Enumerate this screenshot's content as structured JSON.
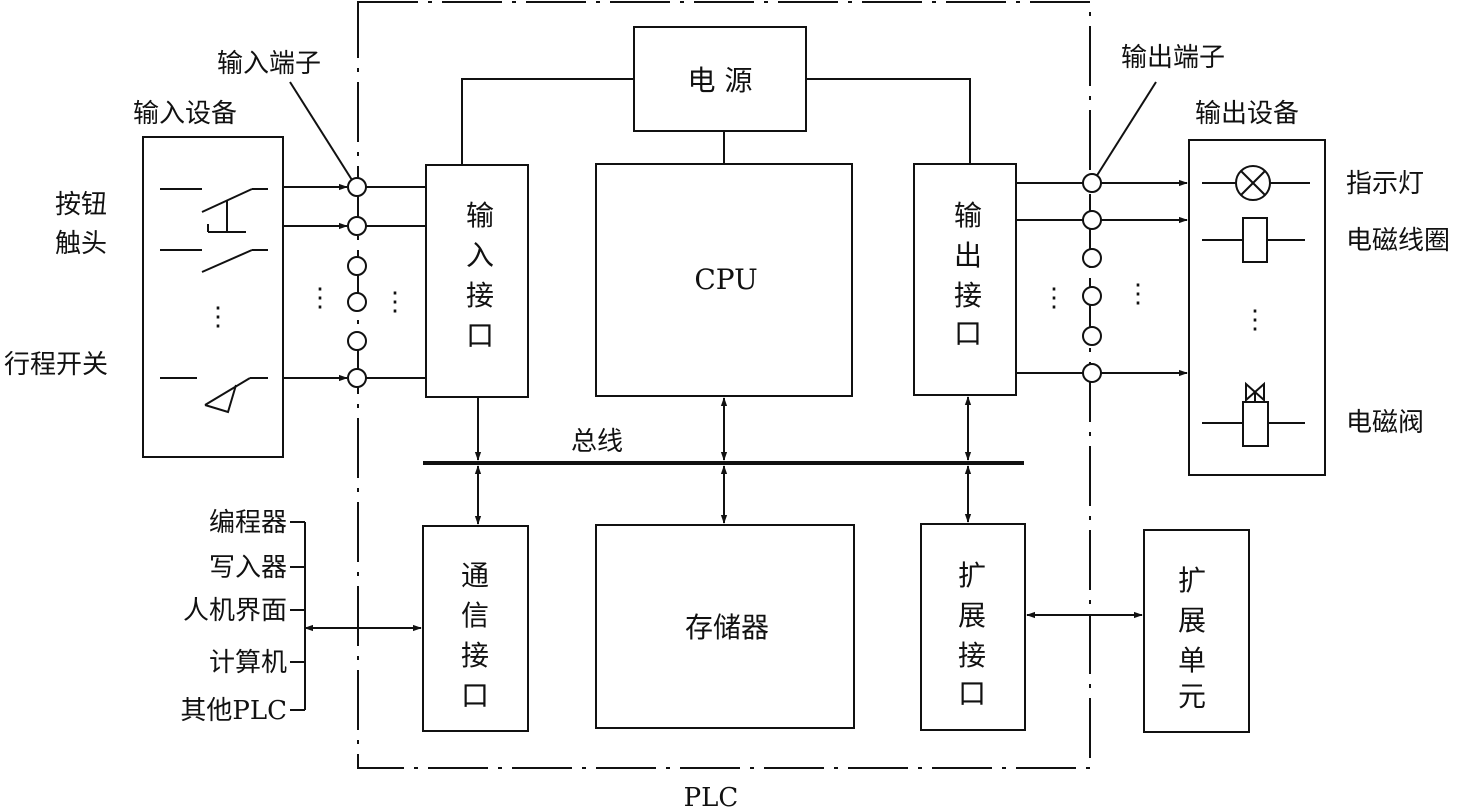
{
  "diagram": {
    "plc_label": "PLC",
    "power_supply": "电 源",
    "cpu": "CPU",
    "memory": "存储器",
    "bus": "总线",
    "input_interface": [
      "输",
      "入",
      "接",
      "口"
    ],
    "output_interface": [
      "输",
      "出",
      "接",
      "口"
    ],
    "comm_interface": [
      "通",
      "信",
      "接",
      "口"
    ],
    "expansion_interface": [
      "扩",
      "展",
      "接",
      "口"
    ],
    "expansion_unit": [
      "扩",
      "展",
      "单",
      "元"
    ],
    "input_terminals": "输入端子",
    "output_terminals": "输出端子",
    "input_devices": "输入设备",
    "output_devices": "输出设备",
    "button_contact": [
      "按钮",
      "触头"
    ],
    "limit_switch": "行程开关",
    "indicator_lamp": "指示灯",
    "solenoid_coil": "电磁线圈",
    "solenoid_valve": "电磁阀",
    "peripherals": [
      "编程器",
      "写入器",
      "人机界面",
      "计算机",
      "其他PLC"
    ],
    "ellipsis": "⋮"
  },
  "colors": {
    "line": "#111111",
    "background": "#ffffff"
  }
}
